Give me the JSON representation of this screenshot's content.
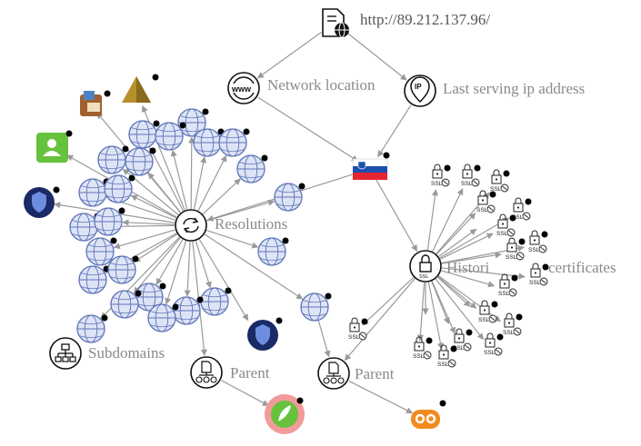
{
  "nodes": {
    "url": {
      "label": "http://89.212.137.96/",
      "icon": "url-document-icon"
    },
    "network_location": {
      "label": "Network location",
      "icon": "www-globe-icon"
    },
    "last_serving_ip": {
      "label": "Last serving ip address",
      "icon": "ip-location-icon"
    },
    "ip_country": {
      "icon": "slovenia-flag-icon"
    },
    "resolutions": {
      "label": "Resolutions",
      "icon": "resolutions-cycle-icon"
    },
    "historical_certificates": {
      "label": "Historical SSL certificates",
      "visible_text_left": "Histori",
      "visible_text_right": "certificates",
      "icon": "ssl-lock-icon"
    },
    "subdomains": {
      "label": "Subdomains",
      "icon": "sitemap-icon"
    },
    "parent_left": {
      "label": "Parent",
      "icon": "parent-domain-icon"
    },
    "parent_right": {
      "label": "Parent",
      "icon": "parent-domain-icon"
    },
    "ssl_badge": {
      "text": "SSL"
    }
  },
  "colors": {
    "edge": "#9a9a9a",
    "globe_fill": "#dde4f6",
    "globe_stroke": "#5f74b8",
    "status_dot": "#000000",
    "flag_white": "#ffffff",
    "flag_blue": "#1d4fb0",
    "flag_red": "#e52531",
    "green_badge": "#66c23d",
    "orange_badge": "#f28a1f",
    "pink_ring": "#f29b9b",
    "pyramid": "#b8902a",
    "dark_shield": "#1a2a66"
  }
}
